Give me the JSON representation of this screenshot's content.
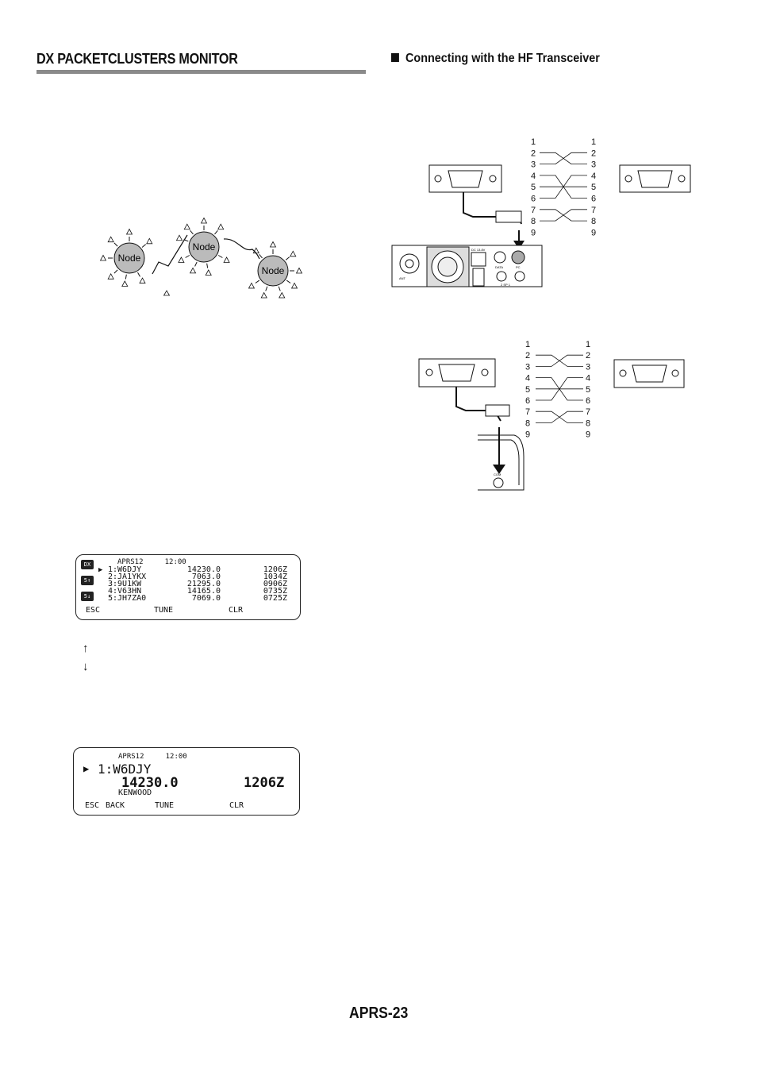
{
  "section_title": "DX PACKETCLUSTERS MONITOR",
  "subsection_title": "Connecting with the HF Transceiver",
  "network_diagram": {
    "node_label": "Node"
  },
  "connector_diagram": {
    "pins_left": [
      "1",
      "2",
      "3",
      "4",
      "5",
      "6",
      "7",
      "8",
      "9"
    ],
    "pins_right": [
      "1",
      "2",
      "3",
      "4",
      "5",
      "6",
      "7",
      "8",
      "9"
    ],
    "rig_labels": {
      "ant": "ANT",
      "dc": "DC 13.8V",
      "data": "DATA",
      "pc": "PC",
      "bottom": "2  SP  1"
    },
    "com_label": "COM"
  },
  "lcd_list": {
    "header": "APRS12     12:00",
    "rows": [
      {
        "idx": "1",
        "call": "W6DJY",
        "freq": "14230.0",
        "time": "1206Z"
      },
      {
        "idx": "2",
        "call": "JA1YKX",
        "freq": "7063.0",
        "time": "1034Z"
      },
      {
        "idx": "3",
        "call": "9U1KW",
        "freq": "21295.0",
        "time": "0906Z"
      },
      {
        "idx": "4",
        "call": "V63HN",
        "freq": "14165.0",
        "time": "0735Z"
      },
      {
        "idx": "5",
        "call": "JH7ZA0",
        "freq": "7069.0",
        "time": "0725Z"
      }
    ],
    "side_icons": [
      "DX",
      "5↑",
      "5↓"
    ],
    "softkeys": [
      "ESC",
      "TUNE",
      "CLR"
    ]
  },
  "arrows": {
    "up": "↑",
    "down": "↓"
  },
  "lcd_detail": {
    "header": "APRS12     12:00",
    "line1": "1:W6DJY",
    "freq": "14230.0",
    "time": "1206Z",
    "comment": "KENWOOD",
    "softkeys": [
      "ESC",
      "BACK",
      "TUNE",
      "CLR"
    ]
  },
  "page_number": "APRS-23"
}
